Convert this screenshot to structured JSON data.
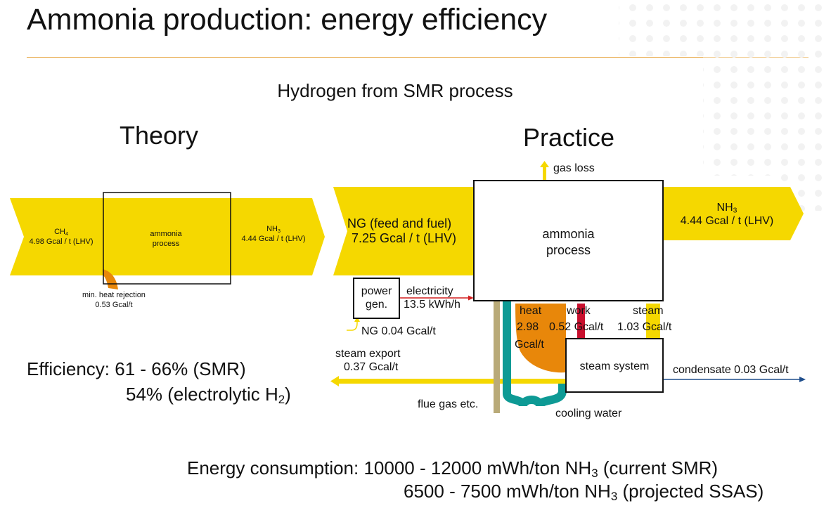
{
  "title": "Ammonia production: energy efficiency",
  "subtitle": "Hydrogen from SMR process",
  "colors": {
    "stream_yellow": "#f5d800",
    "heat_orange": "#e8870a",
    "work_red": "#c8102e",
    "cooling_teal": "#0e9a95",
    "flue_tan": "#b9aa78",
    "condensate_blue": "#1f4e8c",
    "electric_red": "#d21f1f",
    "divider": "#e8a948",
    "dots": "#ebebeb"
  },
  "theory": {
    "heading": "Theory",
    "input_name": "CH",
    "input_sub": "4",
    "input_value": "4.98 Gcal / t (LHV)",
    "process_line1": "ammonia",
    "process_line2": "process",
    "output_name": "NH",
    "output_sub": "3",
    "output_value": "4.44 Gcal / t (LHV)",
    "heat_line1": "min. heat rejection",
    "heat_line2": "0.53 Gcal/t"
  },
  "practice": {
    "heading": "Practice",
    "gas_loss": "gas loss",
    "input_line1": "NG (feed and fuel)",
    "input_line2": "7.25 Gcal / t (LHV)",
    "process_line1": "ammonia",
    "process_line2": "process",
    "output_name": "NH",
    "output_sub": "3",
    "output_value": "4.44 Gcal / t (LHV)",
    "power_line1": "power",
    "power_line2": "gen.",
    "electricity_line1": "electricity",
    "electricity_line2": "13.5 kWh/h",
    "ng_small": "NG 0.04 Gcal/t",
    "heat_word": "heat",
    "work_word": "work",
    "steam_word": "steam",
    "heat_value": "2.98",
    "work_value": "0.52 Gcal/t",
    "steam_value": "1.03 Gcal/t",
    "heat_unit": "Gcal/t",
    "steam_system": "steam system",
    "steam_export_line1": "steam export",
    "steam_export_line2": "0.37 Gcal/t",
    "condensate": "condensate 0.03 Gcal/t",
    "flue_gas": "flue gas etc.",
    "cooling_water": "cooling water"
  },
  "efficiency": {
    "line1": "Efficiency: 61 - 66% (SMR)",
    "line2_prefix": "54% (electrolytic H",
    "line2_sub": "2",
    "line2_suffix": ")"
  },
  "energy": {
    "line1_prefix": "Energy consumption: 10000 - 12000 mWh/ton NH",
    "line1_sub": "3",
    "line1_suffix": " (current SMR)",
    "line2_prefix": "6500 - 7500 mWh/ton NH",
    "line2_sub": "3",
    "line2_suffix": " (projected SSAS)"
  }
}
